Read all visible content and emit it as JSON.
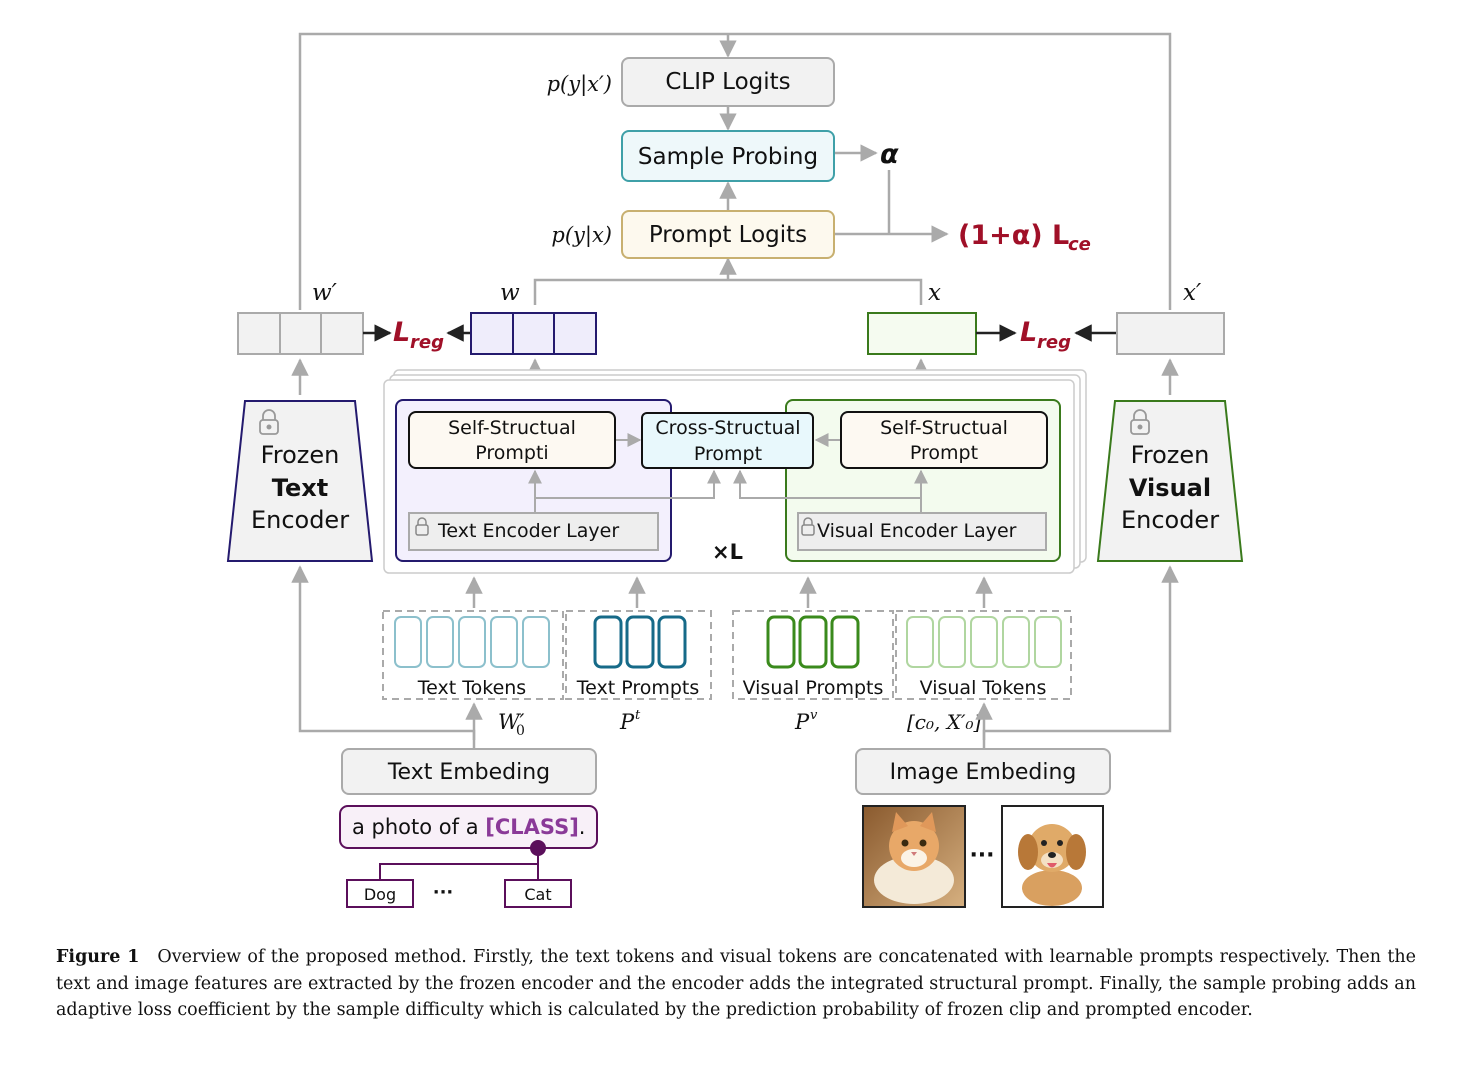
{
  "diagram": {
    "top": {
      "clip_logits": "CLIP Logits",
      "p_clip": "p(y|x′)",
      "sample_probing": "Sample Probing",
      "alpha": "α",
      "prompt_logits": "Prompt Logits",
      "p_prompt": "p(y|x)",
      "loss": "(1+α) L",
      "loss_sub": "ce"
    },
    "features": {
      "w_prime": "w′",
      "w": "w",
      "x": "x",
      "x_prime": "x′",
      "lreg_main": "L",
      "lreg_sub": "reg"
    },
    "encoders": {
      "text_top": "Frozen",
      "text_bold": "Text",
      "text_bottom": "Encoder",
      "visual_top": "Frozen",
      "visual_bold": "Visual",
      "visual_bottom": "Encoder"
    },
    "center": {
      "self_text_1": "Self-Structual",
      "self_text_2": "Prompti",
      "cross_1": "Cross-Structual",
      "cross_2": "Prompt",
      "self_visual_1": "Self-Structual",
      "self_visual_2": "Prompt",
      "text_layer": "Text Encoder Layer",
      "visual_layer": "Visual Encoder Layer",
      "times_l": "×L"
    },
    "tokens": {
      "text_tokens": "Text Tokens",
      "text_prompts": "Text Prompts",
      "visual_prompts": "Visual Prompts",
      "visual_tokens": "Visual Tokens",
      "w0": "W′",
      "w0_sub": "0",
      "pt": "P",
      "pt_sup": "t",
      "pv": "P",
      "pv_sup": "v",
      "c0x0": "[c₀, X′₀]"
    },
    "bottom": {
      "text_embedding": "Text Embeding",
      "image_embedding": "Image Embeding",
      "prompt_prefix": "a photo of a ",
      "prompt_class": "[CLASS]",
      "prompt_suffix": ".",
      "class_dog": "Dog",
      "class_cat": "Cat",
      "ellipsis": "···"
    },
    "colors": {
      "gray_line": "#aaaaaa",
      "purple": "#241a6e",
      "green": "#3a7a1c",
      "red": "#a01028",
      "teal": "#3fa0a8",
      "gold": "#c8b070",
      "violet": "#5b0f5b"
    }
  },
  "caption": {
    "label": "Figure 1",
    "text": "Overview of the proposed method. Firstly, the text tokens and visual tokens are concatenated with learnable prompts respectively. Then the text and image features are extracted by the frozen encoder and the encoder adds the integrated structural prompt. Finally, the sample probing adds an adaptive loss coefficient by the sample difficulty which is calculated by the prediction probability of frozen clip and prompted encoder."
  }
}
